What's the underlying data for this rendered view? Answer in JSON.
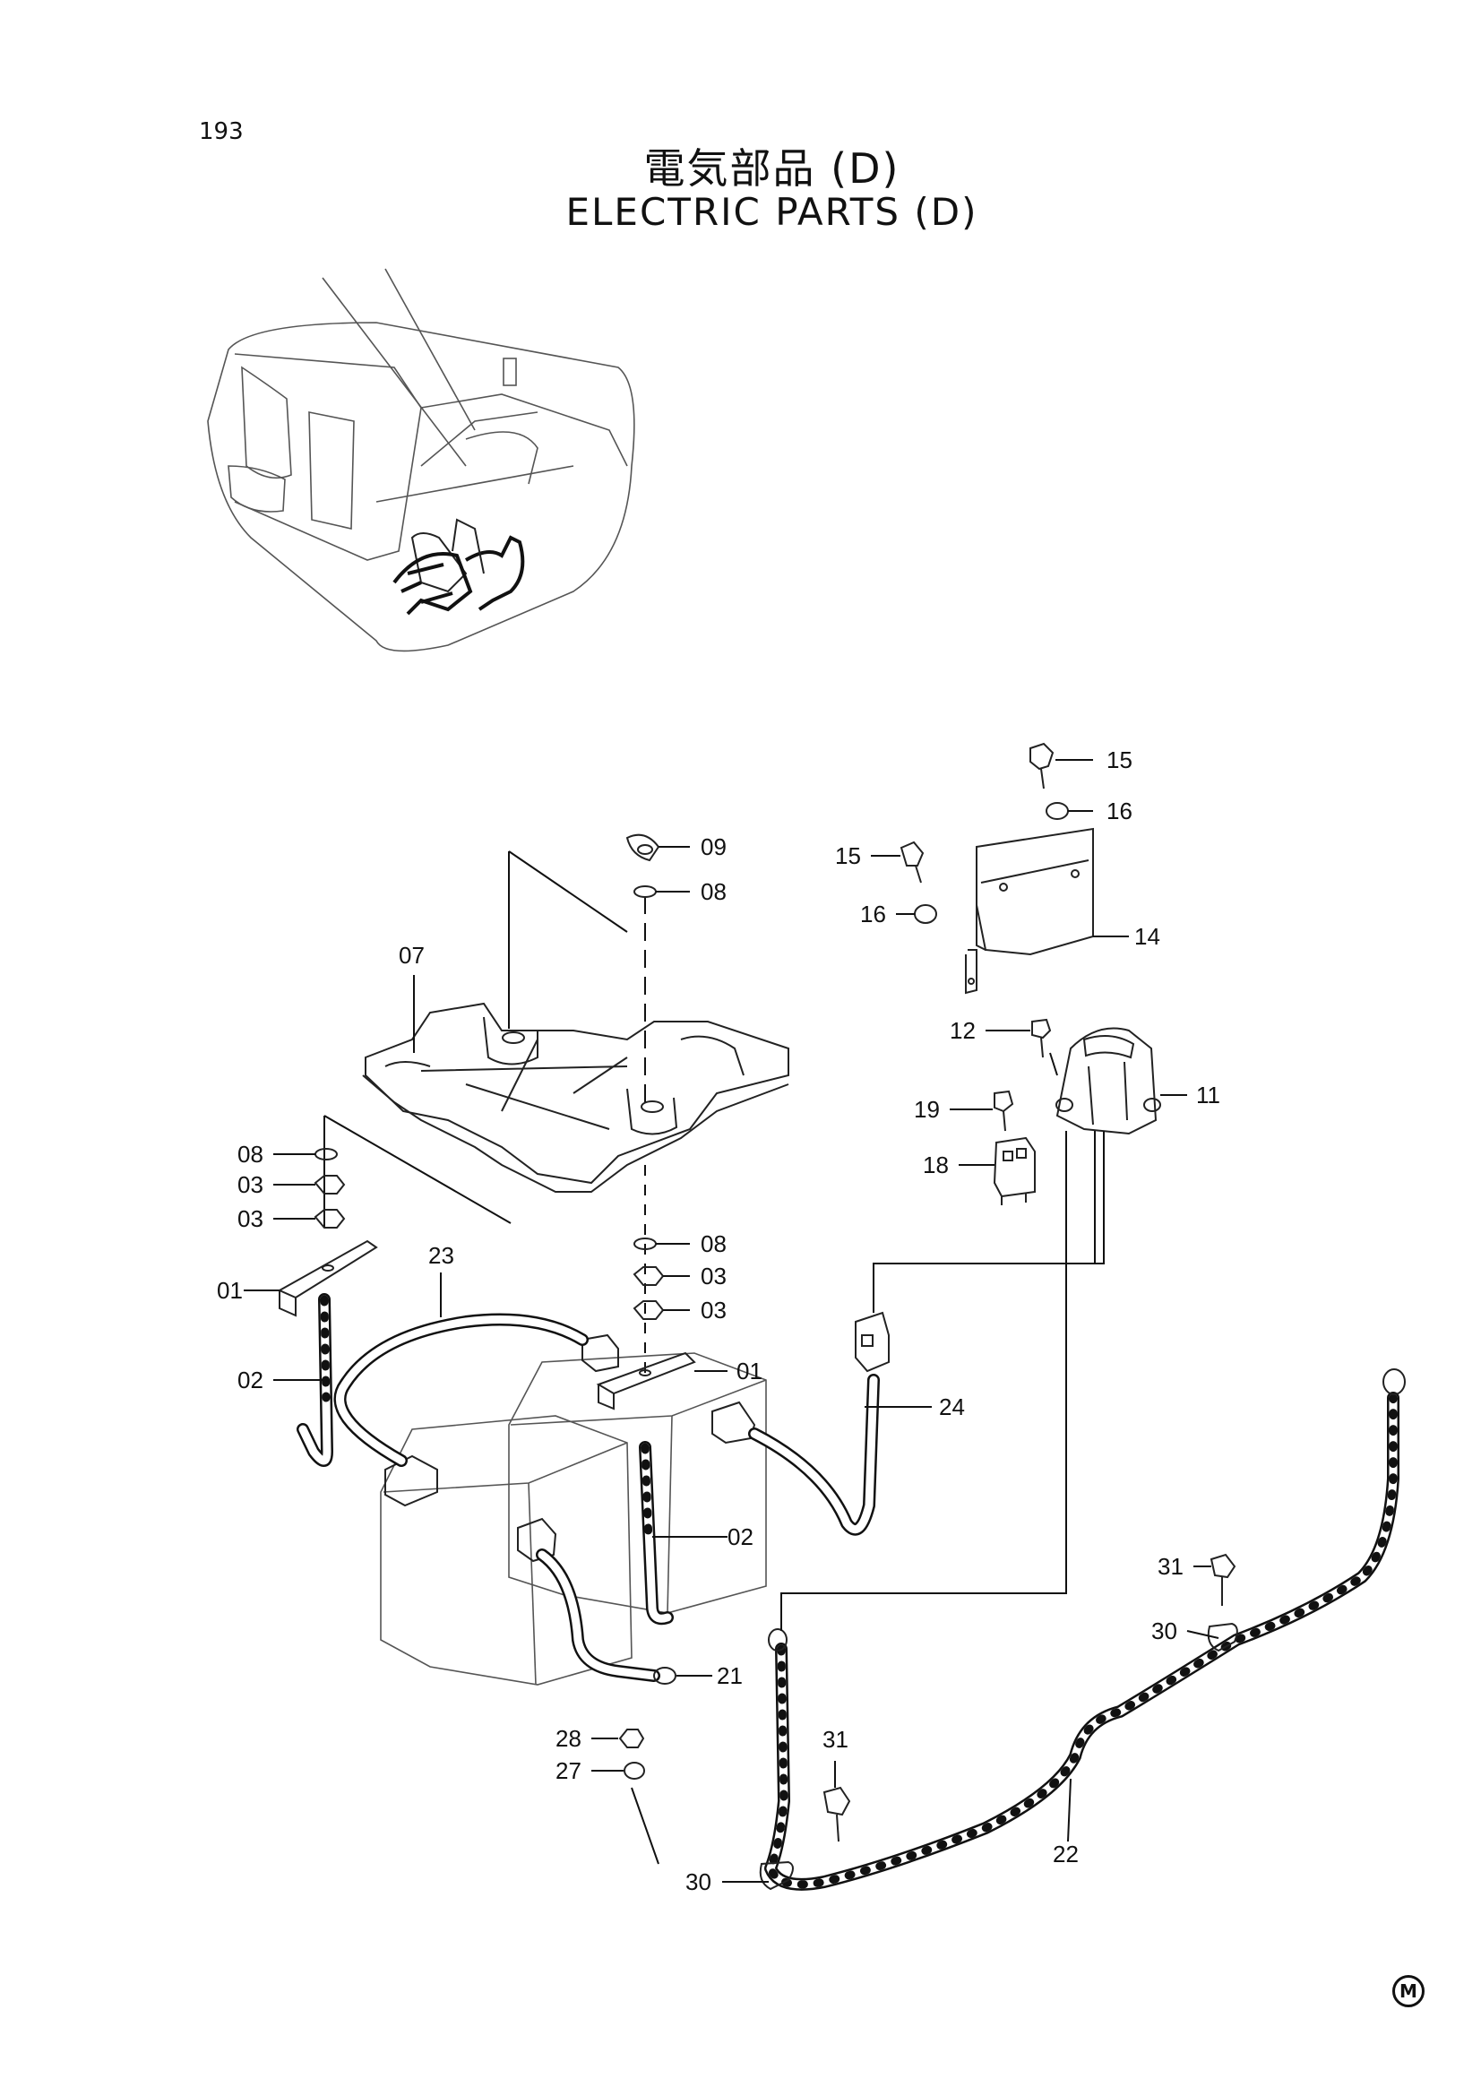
{
  "page_number": "193",
  "title_jp": "電気部品 (D)",
  "title_en": "ELECTRIC PARTS (D)",
  "corner_mark": "M",
  "callouts": [
    "15",
    "16",
    "15",
    "16",
    "14",
    "09",
    "08",
    "07",
    "12",
    "11",
    "19",
    "18",
    "08",
    "03",
    "03",
    "23",
    "08",
    "03",
    "03",
    "01",
    "01",
    "24",
    "02",
    "02",
    "31",
    "30",
    "21",
    "28",
    "31",
    "27",
    "22",
    "30"
  ]
}
